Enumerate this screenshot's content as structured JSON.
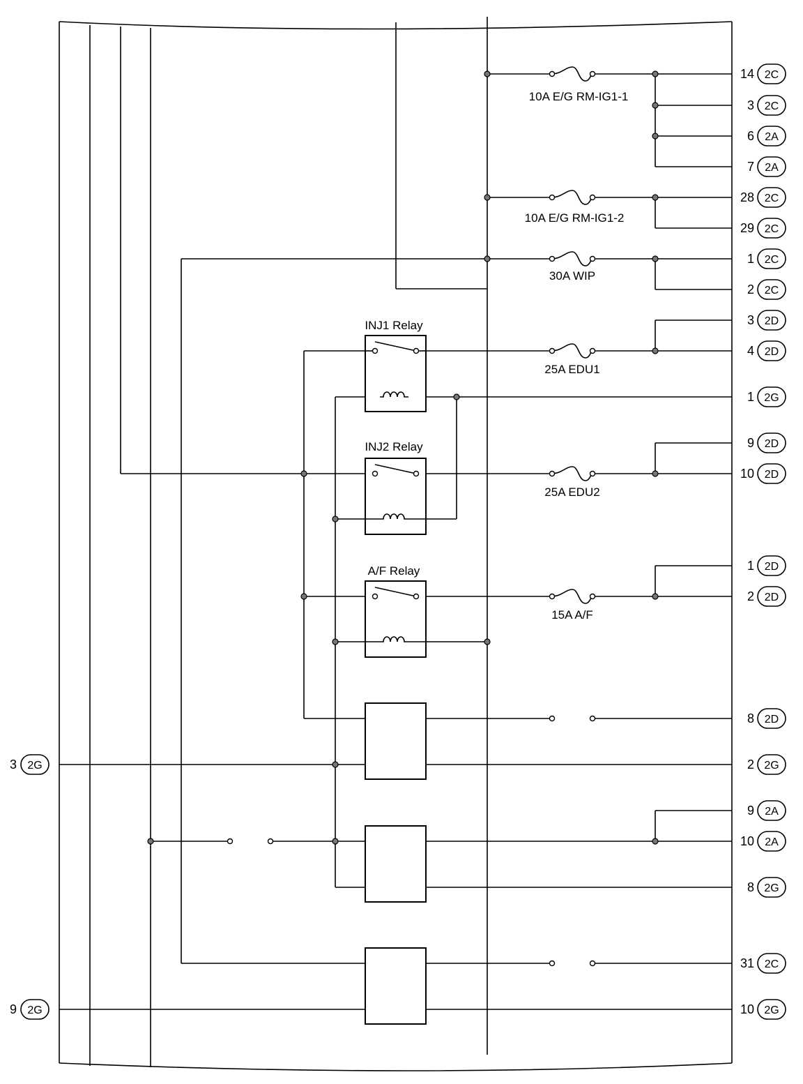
{
  "fuses": [
    {
      "id": "f-rm-ig1-1",
      "label": "10A E/G RM-IG1-1"
    },
    {
      "id": "f-rm-ig1-2",
      "label": "10A E/G RM-IG1-2"
    },
    {
      "id": "f-wip",
      "label": "30A WIP"
    },
    {
      "id": "f-edu1",
      "label": "25A EDU1"
    },
    {
      "id": "f-edu2",
      "label": "25A EDU2"
    },
    {
      "id": "f-af",
      "label": "15A A/F"
    }
  ],
  "relays": [
    {
      "id": "r-inj1",
      "label": "INJ1 Relay"
    },
    {
      "id": "r-inj2",
      "label": "INJ2 Relay"
    },
    {
      "id": "r-af",
      "label": "A/F Relay"
    }
  ],
  "right_pins": [
    {
      "pin": "14",
      "connector": "2C"
    },
    {
      "pin": "3",
      "connector": "2C"
    },
    {
      "pin": "6",
      "connector": "2A"
    },
    {
      "pin": "7",
      "connector": "2A"
    },
    {
      "pin": "28",
      "connector": "2C"
    },
    {
      "pin": "29",
      "connector": "2C"
    },
    {
      "pin": "1",
      "connector": "2C"
    },
    {
      "pin": "2",
      "connector": "2C"
    },
    {
      "pin": "3",
      "connector": "2D"
    },
    {
      "pin": "4",
      "connector": "2D"
    },
    {
      "pin": "1",
      "connector": "2G"
    },
    {
      "pin": "9",
      "connector": "2D"
    },
    {
      "pin": "10",
      "connector": "2D"
    },
    {
      "pin": "1",
      "connector": "2D"
    },
    {
      "pin": "2",
      "connector": "2D"
    },
    {
      "pin": "8",
      "connector": "2D"
    },
    {
      "pin": "2",
      "connector": "2G"
    },
    {
      "pin": "9",
      "connector": "2A"
    },
    {
      "pin": "10",
      "connector": "2A"
    },
    {
      "pin": "8",
      "connector": "2G"
    },
    {
      "pin": "31",
      "connector": "2C"
    },
    {
      "pin": "10",
      "connector": "2G"
    }
  ],
  "left_pins": [
    {
      "pin": "3",
      "connector": "2G"
    },
    {
      "pin": "9",
      "connector": "2G"
    }
  ]
}
